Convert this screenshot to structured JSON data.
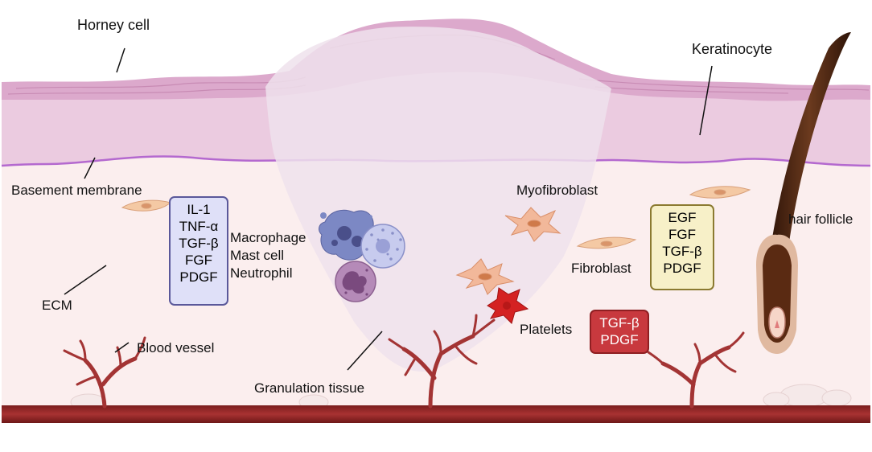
{
  "labels": {
    "horney_cell": "Horney cell",
    "keratinocyte": "Keratinocyte",
    "basement_membrane": "Basement membrane",
    "myofibroblast": "Myofibroblast",
    "hair_follicle": "hair follicle",
    "macrophage": "Macrophage",
    "mast_cell": "Mast cell",
    "neutrophil": "Neutrophil",
    "fibroblast": "Fibroblast",
    "ecm": "ECM",
    "platelets": "Platelets",
    "blood_vessel": "Blood vessel",
    "granulation_tissue": "Granulation tissue"
  },
  "cytokine_box": {
    "items": [
      "IL-1",
      "TNF-α",
      "TGF-β",
      "FGF",
      "PDGF"
    ]
  },
  "growth_factor_box": {
    "items": [
      "EGF",
      "FGF",
      "TGF-β",
      "PDGF"
    ]
  },
  "platelet_box": {
    "items": [
      "TGF-β",
      "PDGF"
    ]
  },
  "colors": {
    "stratum_corneum": "#dca9cc",
    "epidermis": "#ebcbe0",
    "dermis": "#fbeeee",
    "granulation": "#efe2ec",
    "basement_membrane": "#b469cf",
    "blood_vessel": "#8b2323",
    "cytokine_box_fill": "#dfe0f8",
    "cytokine_box_border": "#5a589a",
    "growth_box_fill": "#f7f0c8",
    "growth_box_border": "#8b7a30",
    "platelet_box_fill": "#c8393e",
    "fibroblast": "#f4c9a4",
    "platelet": "#d42222",
    "hair": "#4e2712"
  }
}
